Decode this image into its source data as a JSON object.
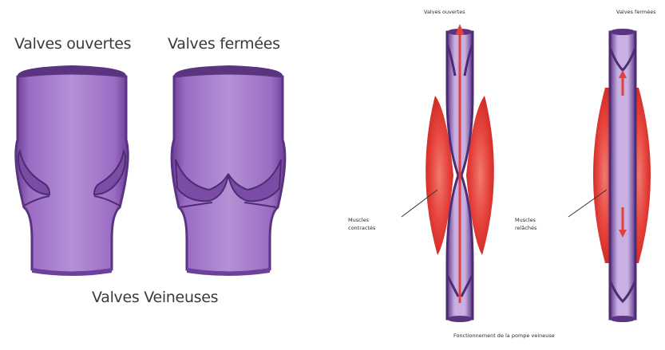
{
  "left_diagram": {
    "label_open": "Valves ouvertes",
    "label_closed": "Valves fermées",
    "caption": "Valves Veineuses"
  },
  "right_diagram": {
    "label_open": "Valves ouvertes",
    "label_closed": "Valves fermées",
    "label_muscle_contracted_1": "Muscles",
    "label_muscle_contracted_2": "contractés",
    "label_muscle_relaxed_1": "Muscles",
    "label_muscle_relaxed_2": "relâchés",
    "caption": "Fonctionnement de la pompe veineuse"
  },
  "colors": {
    "vein_purple": "#8a5bb0",
    "vein_dark": "#5a3480",
    "muscle_red": "#e53a35",
    "arrow_red": "#e2403a"
  }
}
